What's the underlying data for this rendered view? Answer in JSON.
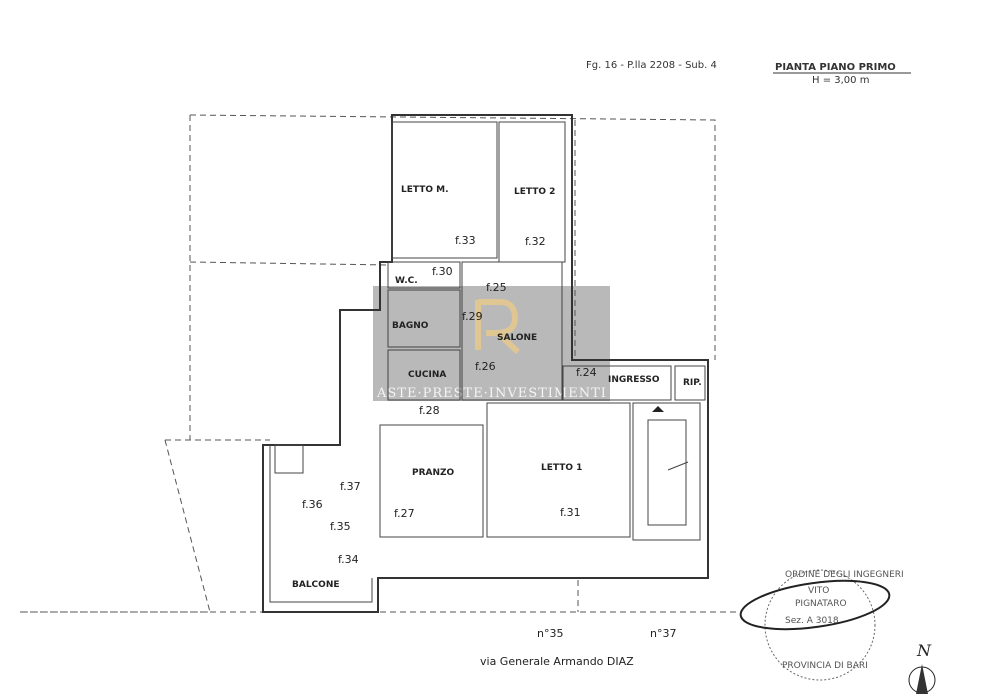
{
  "header": {
    "ref": "Fg. 16 - P.lla 2208 - Sub. 4",
    "title": "PIANTA PIANO PRIMO",
    "height": "H = 3,00 m"
  },
  "rooms": {
    "letto_m": "LETTO M.",
    "letto_2": "LETTO 2",
    "wc": "W.C.",
    "bagno": "BAGNO",
    "salone": "SALONE",
    "cucina": "CUCINA",
    "ingresso": "INGRESSO",
    "rip": "RIP.",
    "pranzo": "PRANZO",
    "letto_1": "LETTO 1",
    "balcone": "BALCONE"
  },
  "photos": {
    "f24": "f.24",
    "f25": "f.25",
    "f26": "f.26",
    "f27": "f.27",
    "f28": "f.28",
    "f29": "f.29",
    "f30": "f.30",
    "f31": "f.31",
    "f32": "f.32",
    "f33": "f.33",
    "f34": "f.34",
    "f35": "f.35",
    "f36": "f.36",
    "f37": "f.37"
  },
  "street": {
    "n35": "n°35",
    "n37": "n°37",
    "name": "via Generale Armando DIAZ"
  },
  "watermark": "ASTE·PRESTE·INVESTIMENTI",
  "stamp": {
    "top": "ORDINE DEGLI INGEGNERI",
    "name1": "VITO",
    "name2": "PIGNATARO",
    "sez": "Sez. A 3018",
    "bottom": "PROVINCIA DI BARI"
  },
  "north": "N"
}
